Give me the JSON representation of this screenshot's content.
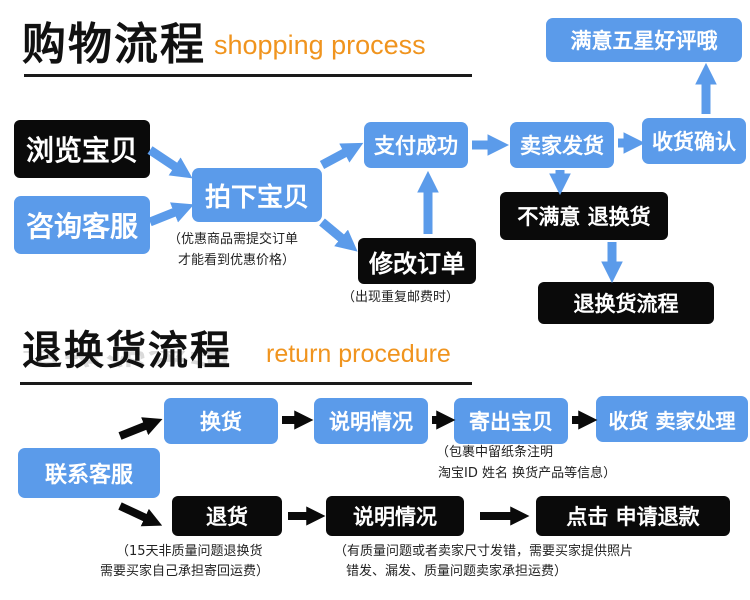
{
  "shopping": {
    "title_cn": "购物流程",
    "title_en": "shopping process",
    "browse": "浏览宝贝",
    "consult": "咨询客服",
    "buy": "拍下宝贝",
    "discount_note_1": "（优惠商品需提交订单",
    "discount_note_2": "才能看到优惠价格）",
    "modify": "修改订单",
    "repeat_note": "（出现重复邮费时）",
    "pay": "支付成功",
    "ship": "卖家发货",
    "receive": "收货确认",
    "rate": "满意五星好评哦",
    "unsatisfied": "不满意 退换货",
    "return_flow": "退换货流程"
  },
  "returns": {
    "title_cn": "退换货流程",
    "title_en": "return procedure",
    "contact": "联系客服",
    "exchange": "换货",
    "explain_1": "说明情况",
    "send": "寄出宝贝",
    "seller_handle": "收货 卖家处理",
    "pack_note_1": "（包裹中留纸条注明",
    "pack_note_2": "淘宝ID 姓名 换货产品等信息）",
    "refund": "退货",
    "explain_2": "说明情况",
    "apply_refund": "点击 申请退款",
    "days_note_1": "（15天非质量问题退换货",
    "days_note_2": "需要买家自己承担寄回运费）",
    "quality_note_1": "（有质量问题或者卖家尺寸发错，需要买家提供照片",
    "quality_note_2": "错发、漏发、质量问题卖家承担运费）"
  },
  "colors": {
    "blue": "#5b9bea",
    "black": "#0a0a0a",
    "orange": "#f0941e"
  }
}
